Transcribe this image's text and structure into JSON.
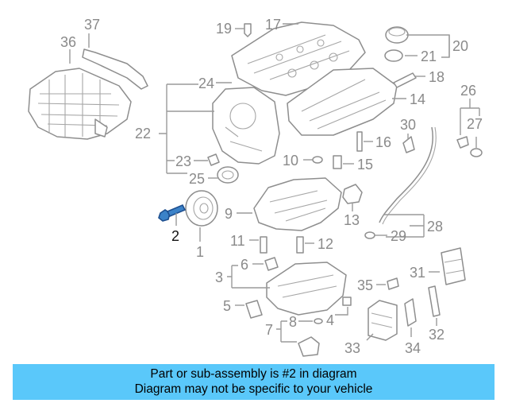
{
  "callouts": {
    "n1": "1",
    "n2": "2",
    "n3": "3",
    "n4": "4",
    "n5": "5",
    "n6": "6",
    "n7": "7",
    "n8": "8",
    "n9": "9",
    "n10": "10",
    "n11": "11",
    "n12": "12",
    "n13": "13",
    "n14": "14",
    "n15": "15",
    "n16": "16",
    "n17": "17",
    "n18": "18",
    "n19": "19",
    "n20": "20",
    "n21": "21",
    "n22": "22",
    "n23": "23",
    "n24": "24",
    "n25": "25",
    "n26": "26",
    "n27": "27",
    "n28": "28",
    "n29": "29",
    "n30": "30",
    "n31": "31",
    "n32": "32",
    "n33": "33",
    "n34": "34",
    "n35": "35",
    "n36": "36",
    "n37": "37"
  },
  "highlighted_part": "2",
  "banner": {
    "line1": "Part or sub-assembly is #2 in diagram",
    "line2": "Diagram may not be specific to your vehicle"
  },
  "colors": {
    "banner": "#5ac8fa",
    "highlight": "#3b82c8",
    "linework": "#9a9a9a"
  }
}
